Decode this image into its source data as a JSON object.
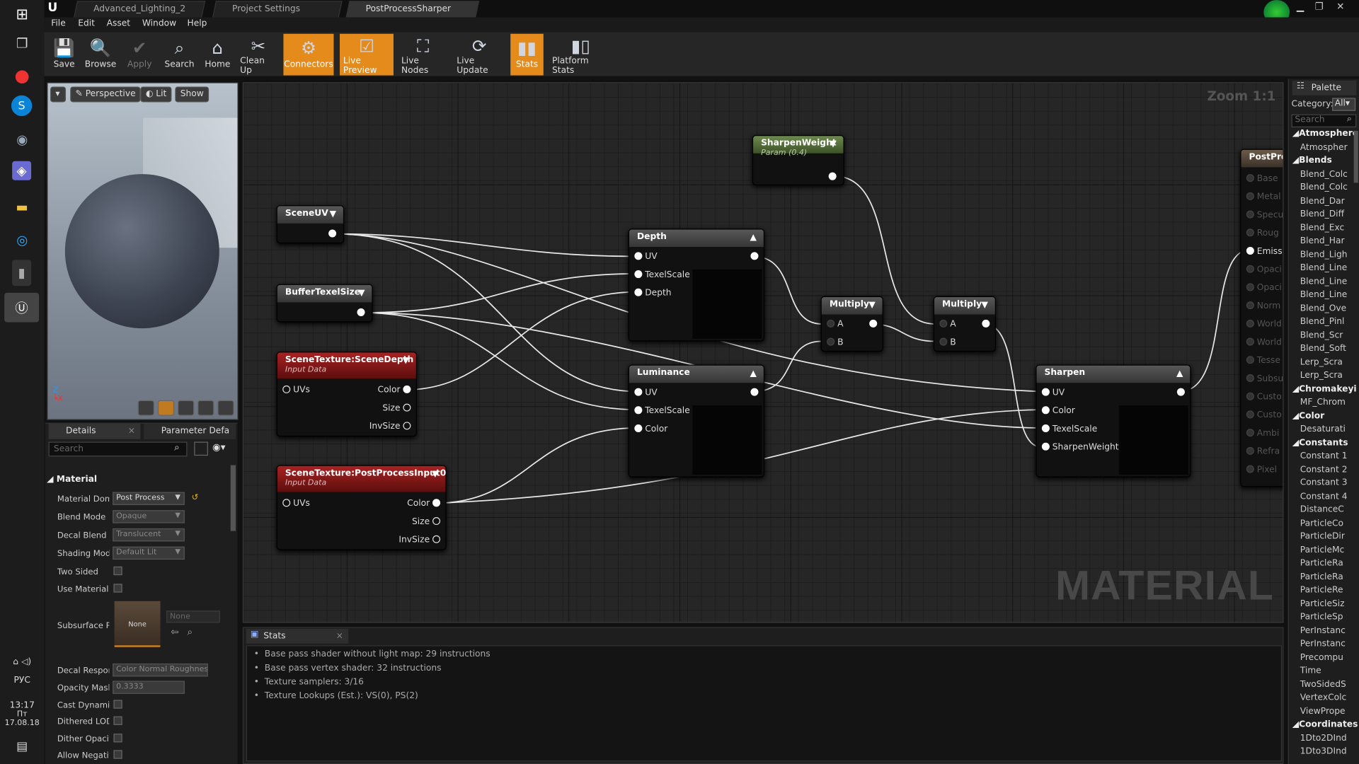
{
  "tabs": [
    "Advanced_Lighting_2",
    "Project Settings",
    "PostProcessSharper"
  ],
  "menu": [
    "File",
    "Edit",
    "Asset",
    "Window",
    "Help"
  ],
  "toolbar": [
    {
      "label": "Save",
      "icon": "save-icon"
    },
    {
      "label": "Browse",
      "icon": "browse-icon"
    },
    {
      "label": "Apply",
      "icon": "apply-icon",
      "disabled": true
    },
    {
      "label": "Search",
      "icon": "search-icon"
    },
    {
      "label": "Home",
      "icon": "home-icon"
    },
    {
      "label": "Clean Up",
      "icon": "cleanup-icon"
    },
    {
      "label": "Connectors",
      "icon": "connectors-icon",
      "active": true
    },
    {
      "label": "Live Preview",
      "icon": "live-preview-icon",
      "active": true
    },
    {
      "label": "Live Nodes",
      "icon": "live-nodes-icon"
    },
    {
      "label": "Live Update",
      "icon": "live-update-icon"
    },
    {
      "label": "Stats",
      "icon": "stats-icon",
      "active": true
    },
    {
      "label": "Platform Stats",
      "icon": "platform-stats-icon"
    }
  ],
  "viewport": {
    "perspective": "Perspective",
    "lit": "Lit",
    "show": "Show"
  },
  "details": {
    "tab1": "Details",
    "tab2": "Parameter Defa",
    "search_placeholder": "Search",
    "section": "Material",
    "props": [
      {
        "label": "Material Doma",
        "value": "Post Process"
      },
      {
        "label": "Blend Mode",
        "value": "Opaque"
      },
      {
        "label": "Decal Blend M",
        "value": "Translucent"
      },
      {
        "label": "Shading Model",
        "value": "Default Lit"
      },
      {
        "label": "Two Sided"
      },
      {
        "label": "Use Material A"
      },
      {
        "label": "Subsurface Pr",
        "value": "None",
        "thumb": "None"
      },
      {
        "label": "Decal Respons",
        "value": "Color Normal Roughness"
      },
      {
        "label": "Opacity Mask",
        "value": "0.3333"
      },
      {
        "label": "Cast Dynamic"
      },
      {
        "label": "Dithered LOD T"
      },
      {
        "label": "Dither Opacity"
      },
      {
        "label": "Allow Negative"
      }
    ]
  },
  "graph": {
    "zoom": "Zoom 1:1",
    "watermark": "MATERIAL",
    "nodes": {
      "sharpenweight": {
        "title": "SharpenWeight",
        "sub": "Param (0.4)"
      },
      "sceneuv": {
        "title": "SceneUV"
      },
      "buffertexel": {
        "title": "BufferTexelSize"
      },
      "scenedepth": {
        "title": "SceneTexture:SceneDepth",
        "sub": "Input Data",
        "pins_in": [
          "UVs"
        ],
        "pins_out": [
          "Color",
          "Size",
          "InvSize"
        ]
      },
      "ppinput": {
        "title": "SceneTexture:PostProcessInput0",
        "sub": "Input Data",
        "pins_in": [
          "UVs"
        ],
        "pins_out": [
          "Color",
          "Size",
          "InvSize"
        ]
      },
      "depth": {
        "title": "Depth",
        "pins": [
          "UV",
          "TexelScale",
          "Depth"
        ]
      },
      "luminance": {
        "title": "Luminance",
        "pins": [
          "UV",
          "TexelScale",
          "Color"
        ]
      },
      "multiply1": {
        "title": "Multiply",
        "pins": [
          "A",
          "B"
        ]
      },
      "multiply2": {
        "title": "Multiply",
        "pins": [
          "A",
          "B"
        ]
      },
      "sharpen": {
        "title": "Sharpen",
        "pins": [
          "UV",
          "Color",
          "TexelScale",
          "SharpenWeight"
        ]
      },
      "output": {
        "title": "PostProc",
        "pins": [
          "Base",
          "Metal",
          "Specu",
          "Roug",
          "Emiss",
          "Opaci",
          "Opaci",
          "Norm",
          "World",
          "World",
          "Tesse",
          "Subsu",
          "Custo",
          "Custo",
          "Ambi",
          "Refra",
          "Pixel"
        ]
      }
    }
  },
  "stats": {
    "title": "Stats",
    "lines": [
      "Base pass shader without light map: 29 instructions",
      "Base pass vertex shader: 32 instructions",
      "Texture samplers: 3/16",
      "Texture Lookups (Est.): VS(0), PS(2)"
    ]
  },
  "palette": {
    "title": "Palette",
    "category_label": "Category:",
    "category": "All",
    "search_placeholder": "Search",
    "entries": [
      {
        "cat": "Atmosphere"
      },
      {
        "item": "Atmospher"
      },
      {
        "cat": "Blends"
      },
      {
        "item": "Blend_Colc"
      },
      {
        "item": "Blend_Colc"
      },
      {
        "item": "Blend_Dar"
      },
      {
        "item": "Blend_Diff"
      },
      {
        "item": "Blend_Exc"
      },
      {
        "item": "Blend_Har"
      },
      {
        "item": "Blend_Ligh"
      },
      {
        "item": "Blend_Line"
      },
      {
        "item": "Blend_Line"
      },
      {
        "item": "Blend_Line"
      },
      {
        "item": "Blend_Ove"
      },
      {
        "item": "Blend_Pinl"
      },
      {
        "item": "Blend_Scr"
      },
      {
        "item": "Blend_Soft"
      },
      {
        "item": "Lerp_Scra"
      },
      {
        "item": "Lerp_Scra"
      },
      {
        "cat": "Chromakeyi"
      },
      {
        "item": "MF_Chrom"
      },
      {
        "cat": "Color"
      },
      {
        "item": "Desaturati"
      },
      {
        "cat": "Constants"
      },
      {
        "item": "Constant 1"
      },
      {
        "item": "Constant 2"
      },
      {
        "item": "Constant 3"
      },
      {
        "item": "Constant 4"
      },
      {
        "item": "DistanceC"
      },
      {
        "item": "ParticleCo"
      },
      {
        "item": "ParticleDir"
      },
      {
        "item": "ParticleMc"
      },
      {
        "item": "ParticleRa"
      },
      {
        "item": "ParticleRa"
      },
      {
        "item": "ParticleRe"
      },
      {
        "item": "ParticleSiz"
      },
      {
        "item": "ParticleSp"
      },
      {
        "item": "PerInstanc"
      },
      {
        "item": "PerInstanc"
      },
      {
        "item": "Precompu"
      },
      {
        "item": "Time"
      },
      {
        "item": "TwoSidedS"
      },
      {
        "item": "VertexColc"
      },
      {
        "item": "ViewPrope"
      },
      {
        "cat": "Coordinates"
      },
      {
        "item": "1Dto2DInd"
      },
      {
        "item": "1Dto3DInd"
      }
    ]
  },
  "system": {
    "lang": "РУС",
    "time": "13:17",
    "date": "Пт 17.08.18"
  }
}
